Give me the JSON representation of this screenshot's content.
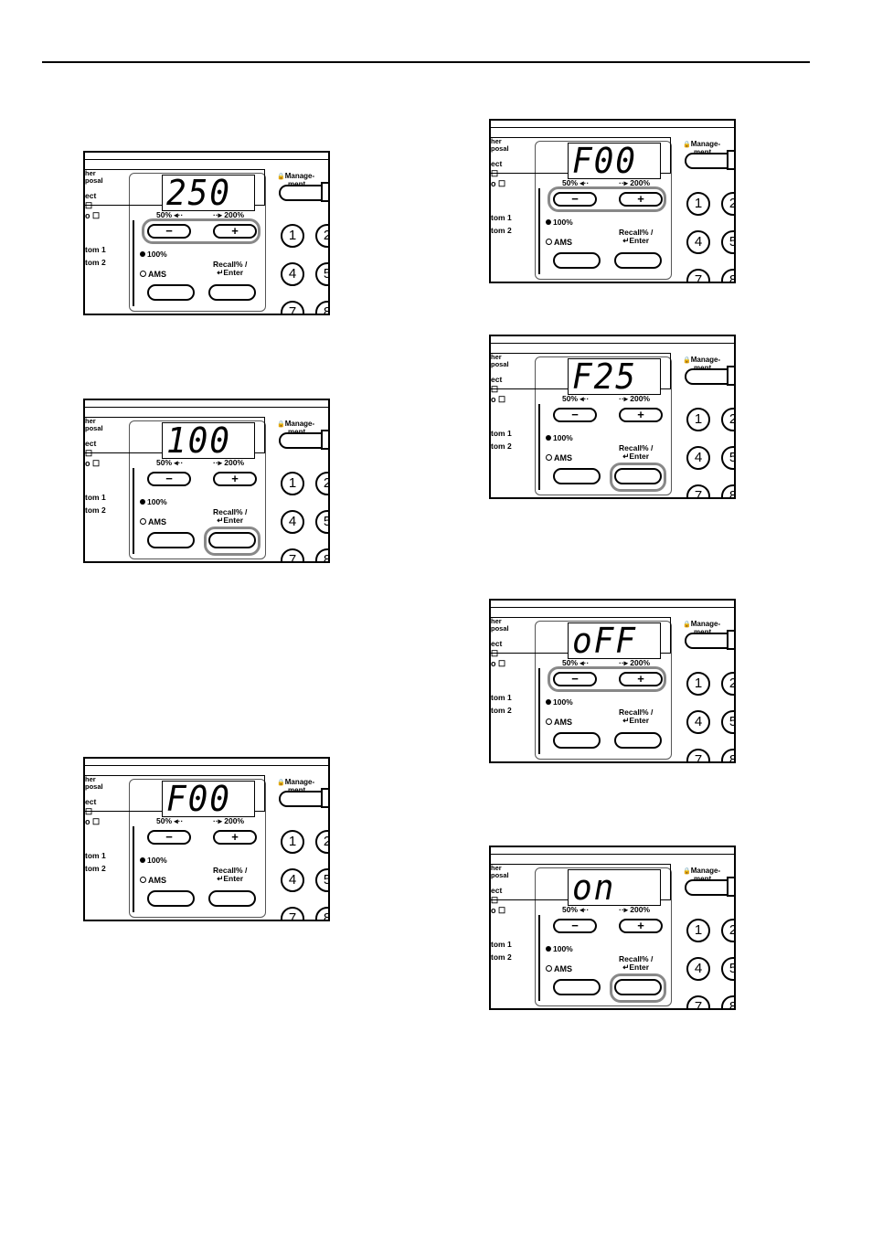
{
  "panel_labels": {
    "toner_disposal": [
      "her",
      "posal"
    ],
    "select": "ect",
    "icon_row_a": "☐",
    "icon_row_b": "o ☐",
    "custom1": "tom 1",
    "custom2": "tom 2",
    "pct50": "50% ◂··",
    "pct200": "··▸ 200%",
    "minus": "−",
    "plus": "+",
    "p100": "100%",
    "ams": "AMS",
    "recall_line1": "Recall% /",
    "recall_line2": "↵Enter",
    "management_line1": "Manage-",
    "management_line2": "ment",
    "num_keys": [
      "1",
      "2",
      "4",
      "5",
      "7",
      "8"
    ]
  },
  "panels": [
    {
      "id": "panel-1",
      "display": "250",
      "highlight": "plus-minus"
    },
    {
      "id": "panel-2",
      "display": "100",
      "highlight": "enter"
    },
    {
      "id": "panel-3",
      "display": "F00",
      "highlight": "none"
    },
    {
      "id": "panel-4",
      "display": "F00",
      "highlight": "plus-minus"
    },
    {
      "id": "panel-5",
      "display": "F25",
      "highlight": "enter"
    },
    {
      "id": "panel-6",
      "display": "oFF",
      "highlight": "plus-minus"
    },
    {
      "id": "panel-7",
      "display": "on",
      "highlight": "enter"
    }
  ],
  "colors": {
    "highlight": "#888888",
    "ink": "#000000"
  }
}
